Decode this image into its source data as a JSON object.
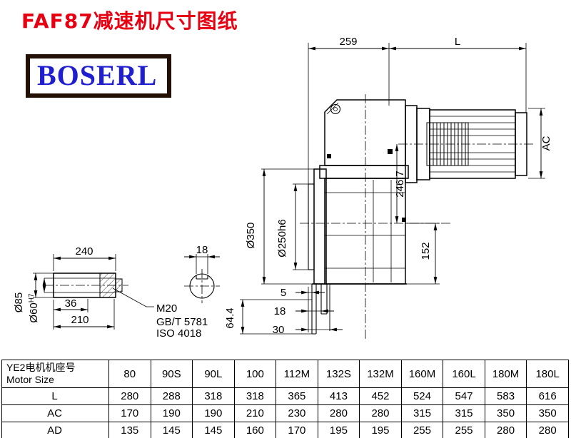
{
  "title": "FAF87减速机尺寸图纸",
  "logo_text": "BOSERL",
  "dims": {
    "top_width": "259",
    "motor_length": "L",
    "motor_ac": "AC",
    "center_height": "246.7",
    "flange_od": "Ø350",
    "spigot": "Ø250h6",
    "lower_height": "152",
    "step1": "5",
    "step2": "18",
    "step3": "30",
    "foot": "64.4",
    "shaft_len": "240",
    "key_width": "18",
    "shaft_od": "Ø85",
    "bore": "Ø60",
    "bore_tol": "H7",
    "hub1": "36",
    "hub2": "210",
    "thread": "M20",
    "std1": "GB/T 5781",
    "std2": "ISO 4018"
  },
  "table": {
    "header_cn": "YE2电机机座号",
    "header_en": "Motor Size",
    "frames": [
      "80",
      "90S",
      "90L",
      "100",
      "112M",
      "132S",
      "132M",
      "160M",
      "160L",
      "180M",
      "180L"
    ],
    "rows": [
      {
        "label": "L",
        "values": [
          "280",
          "288",
          "318",
          "318",
          "365",
          "413",
          "452",
          "524",
          "547",
          "583",
          "616"
        ]
      },
      {
        "label": "AC",
        "values": [
          "170",
          "190",
          "190",
          "210",
          "230",
          "280",
          "280",
          "315",
          "315",
          "350",
          "350"
        ]
      },
      {
        "label": "AD",
        "values": [
          "135",
          "145",
          "145",
          "160",
          "170",
          "195",
          "195",
          "255",
          "255",
          "280",
          "280"
        ]
      }
    ]
  }
}
